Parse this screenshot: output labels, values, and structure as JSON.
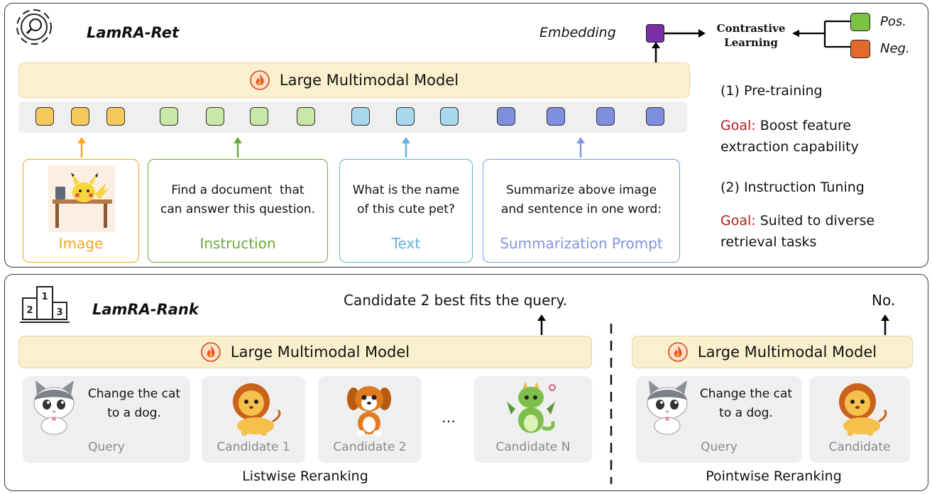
{
  "ret": {
    "title": "LamRA-Ret",
    "llm_label": "Large Multimodal Model",
    "embedding_label": "Embedding",
    "contrastive_label_1": "Contrastive",
    "contrastive_label_2": "Learning",
    "pos_label": "Pos.",
    "neg_label": "Neg.",
    "inputs": {
      "image_label": "Image",
      "instruction_text_1": "Find a document  that",
      "instruction_text_2": "can answer this question.",
      "instruction_label": "Instruction",
      "text_text_1": "What is the name",
      "text_text_2": "of this cute pet?",
      "text_label": "Text",
      "summ_text_1": "Summarize above image",
      "summ_text_2": "and sentence in one word:",
      "summ_label": "Summarization Prompt"
    },
    "stages": {
      "pretrain": "(1) Pre-training",
      "pretrain_goal_prefix": "Goal:",
      "pretrain_goal_1": "Boost feature",
      "pretrain_goal_2": "extraction capability",
      "tuning": "(2) Instruction Tuning",
      "tuning_goal_prefix": "Goal:",
      "tuning_goal_1": "Suited to diverse",
      "tuning_goal_2": "retrieval tasks"
    }
  },
  "rank": {
    "title": "LamRA-Rank",
    "listwise_output": "Candidate 2 best fits the query.",
    "pointwise_output": "No.",
    "llm_label_list": "Large Multimodal Model",
    "llm_label_point": "Large Multimodal Model",
    "query_text_1": "Change the cat",
    "query_text_2": "to a dog.",
    "query_label": "Query",
    "cand_1_label": "Candidate 1",
    "cand_2_label": "Candidate 2",
    "ellipsis": "…",
    "cand_n_label": "Candidate N",
    "point_query_text_1": "Change the cat",
    "point_query_text_2": "to a dog.",
    "point_query_label": "Query",
    "point_cand_label": "Candidate",
    "listwise_caption": "Listwise Reranking",
    "pointwise_caption": "Pointwise Reranking"
  },
  "colors": {
    "image": "#f2a81d",
    "instruction": "#6aaa3c",
    "text": "#5fb1d8",
    "summarization": "#7f96e0",
    "goal": "#b3191c",
    "pos": "#7cc242",
    "neg": "#e26a2c",
    "embedding": "#7a2fa8"
  }
}
